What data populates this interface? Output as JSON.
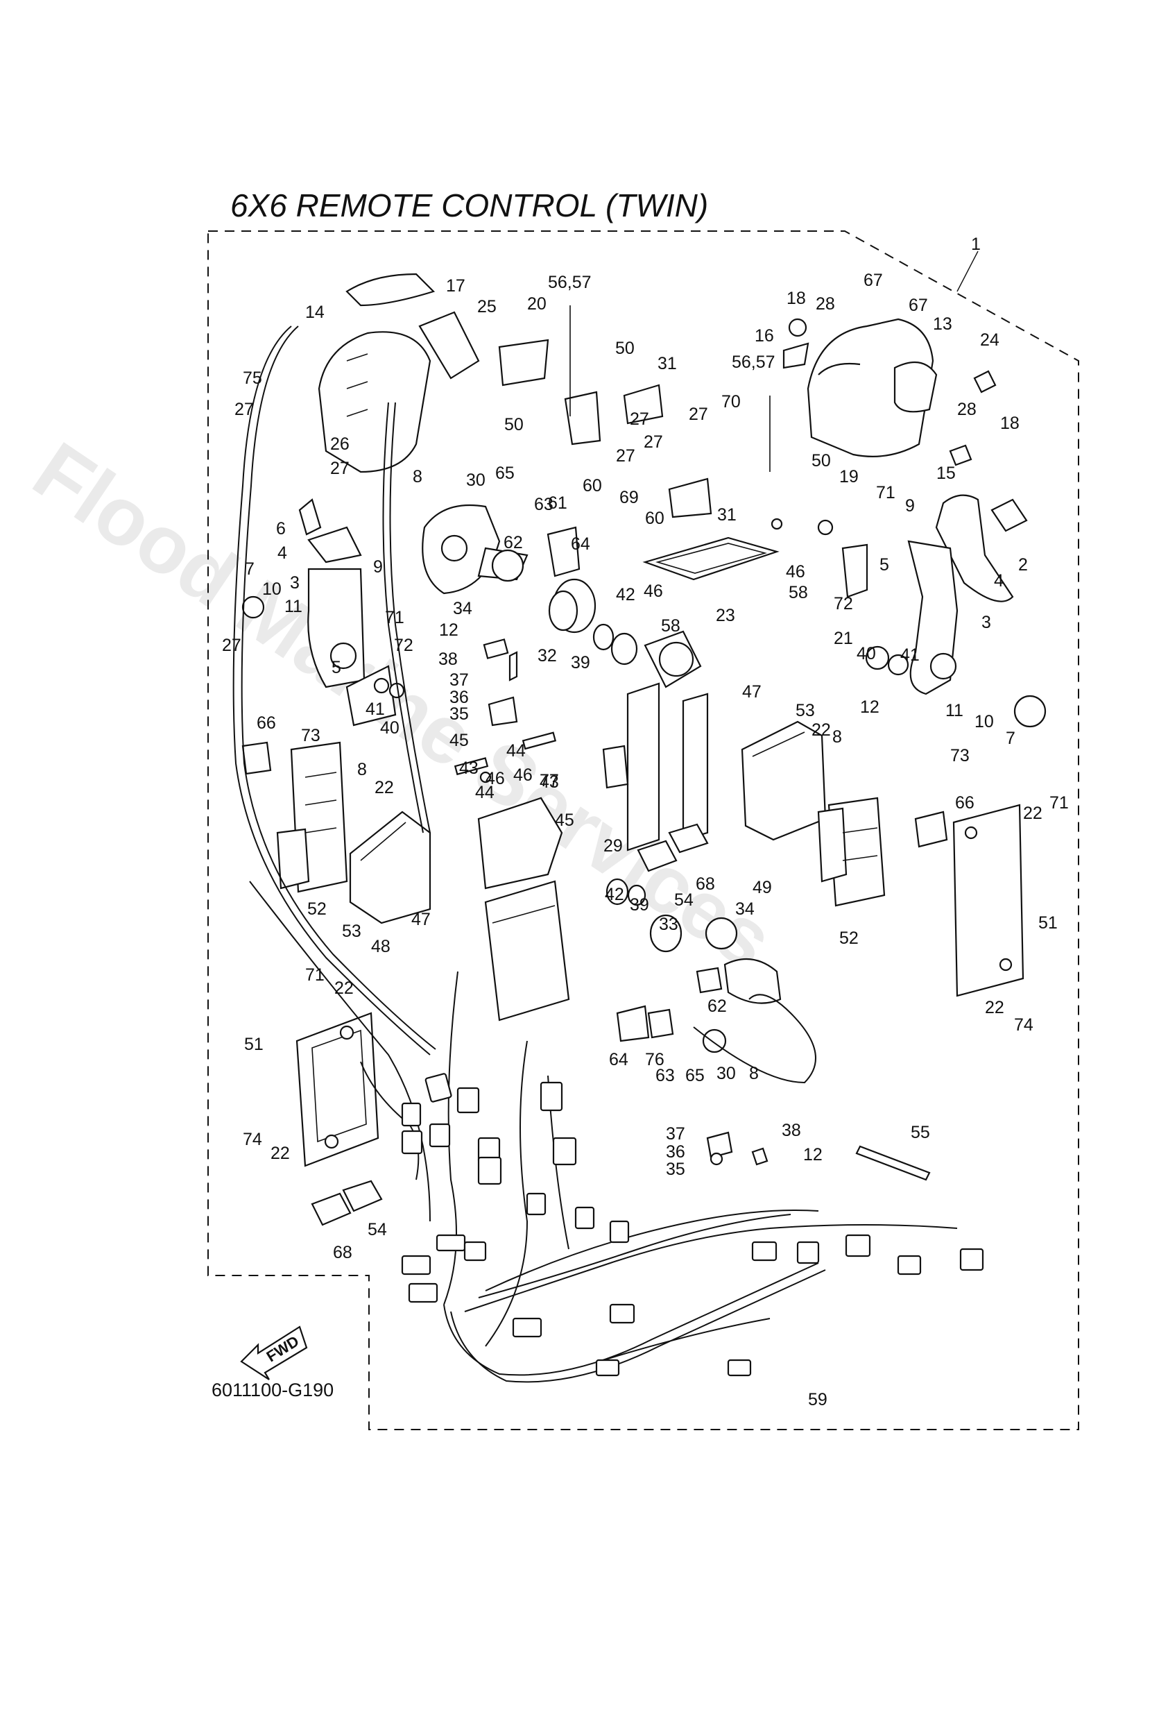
{
  "title": "6X6 REMOTE CONTROL (TWIN)",
  "diagram_code": "6011100-G190",
  "fwd_label": "FWD",
  "watermark": "Flood Marine Services",
  "callouts": [
    "1",
    "2",
    "3",
    "4",
    "5",
    "6",
    "7",
    "8",
    "9",
    "10",
    "11",
    "12",
    "13",
    "14",
    "15",
    "16",
    "17",
    "18",
    "19",
    "20",
    "21",
    "22",
    "23",
    "24",
    "25",
    "26",
    "27",
    "28",
    "29",
    "30",
    "31",
    "32",
    "33",
    "34",
    "35",
    "36",
    "37",
    "38",
    "39",
    "40",
    "41",
    "42",
    "43",
    "44",
    "45",
    "46",
    "47",
    "48",
    "49",
    "50",
    "51",
    "52",
    "53",
    "54",
    "55",
    "56,57",
    "58",
    "59",
    "60",
    "61",
    "62",
    "63",
    "64",
    "65",
    "66",
    "67",
    "68",
    "69",
    "70",
    "71",
    "72",
    "73",
    "74",
    "75",
    "76",
    "77"
  ]
}
